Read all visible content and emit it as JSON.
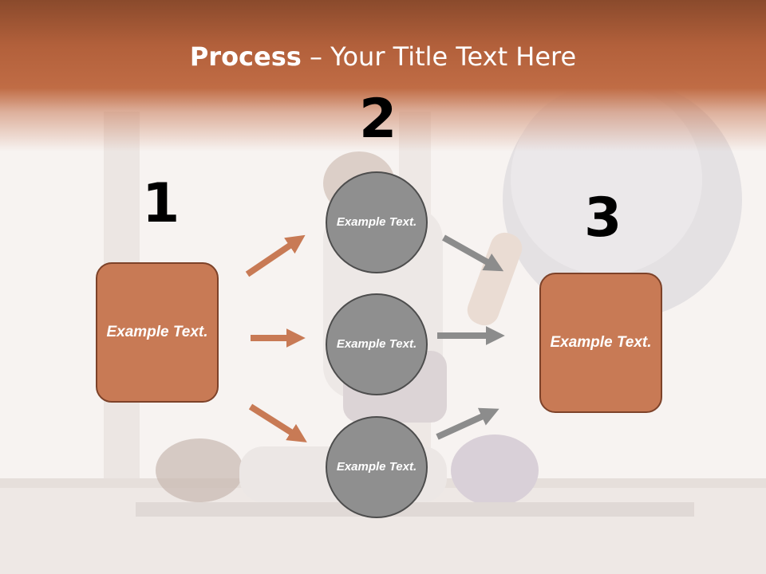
{
  "title": {
    "bold": "Process",
    "rest": " – Your Title Text Here"
  },
  "steps": [
    {
      "number": "1",
      "label": "Example Text."
    },
    {
      "number": "2",
      "items": [
        "Example Text.",
        "Example Text.",
        "Example Text."
      ]
    },
    {
      "number": "3",
      "label": "Example Text."
    }
  ],
  "colors": {
    "accent": "#c87a55",
    "accent_dark": "#7d4229",
    "circle": "#8f8f8f",
    "header": "#b2603b",
    "arrow_gray": "#8c8c8c"
  }
}
